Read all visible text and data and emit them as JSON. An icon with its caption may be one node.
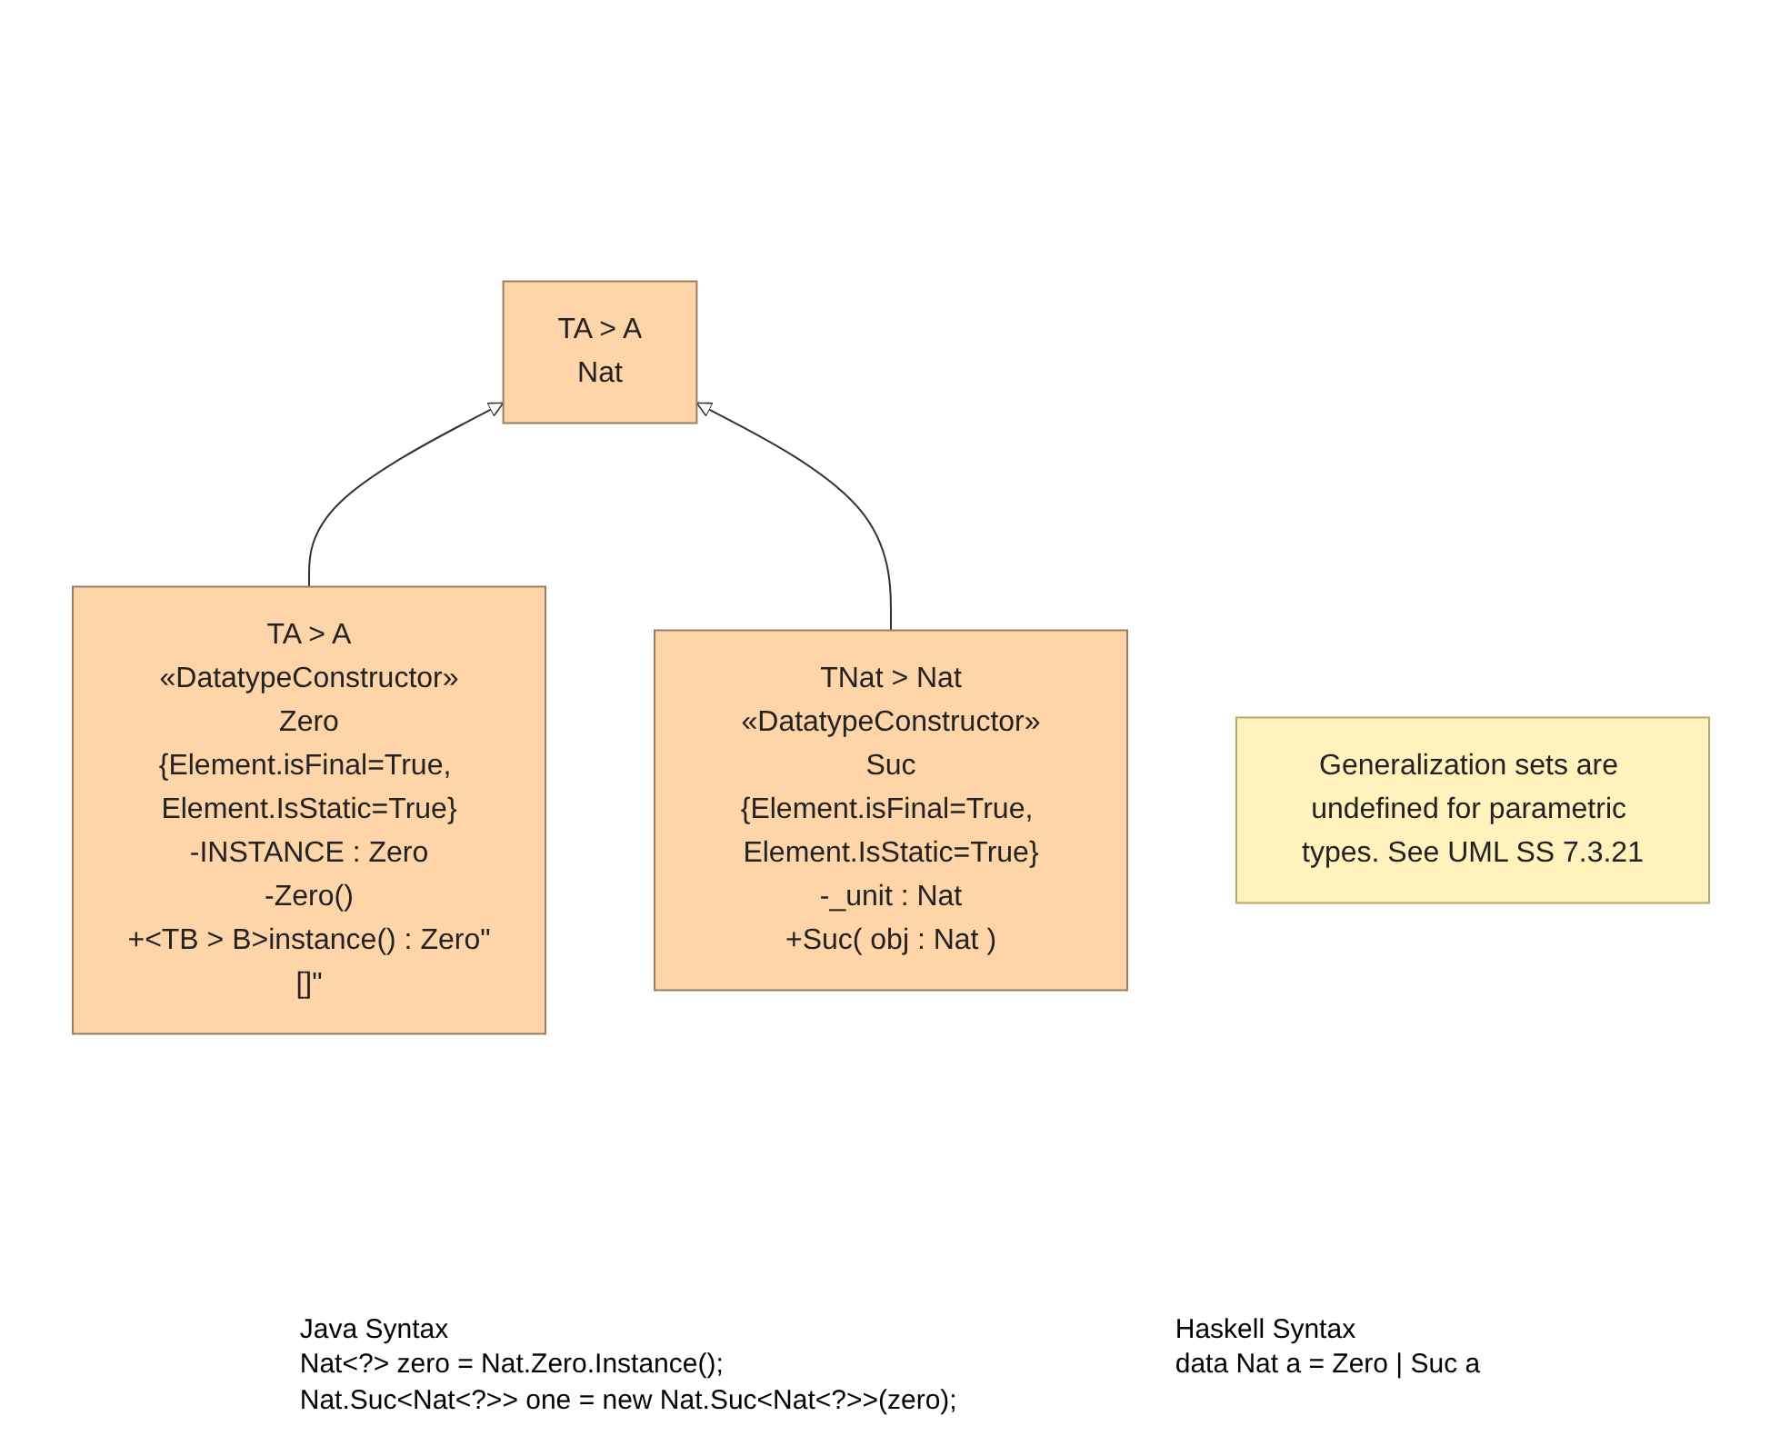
{
  "diagram": {
    "nodes": [
      {
        "text": [
          "TA > A",
          "Nat"
        ]
      },
      {
        "text": [
          "TA > A",
          "«DatatypeConstructor»",
          "Zero",
          "{Element.isFinal=True, Element.IsStatic=True}",
          "-INSTANCE : Zero",
          "-Zero()",
          "+<TB > B>instance() : Zero\"[]\""
        ]
      },
      {
        "text": [
          "TNat > Nat",
          "«DatatypeConstructor»",
          "Suc",
          "{Element.isFinal=True, Element.IsStatic=True}",
          "-_unit : Nat",
          "+Suc( obj : Nat )"
        ]
      },
      {
        "text": [
          "Generalization sets are undefined for parametric types. See UML SS 7.3.21"
        ]
      }
    ],
    "edges": [
      {
        "from": 1,
        "to": 0,
        "arrow": "to"
      },
      {
        "from": 2,
        "to": 0,
        "arrow": "to"
      }
    ],
    "labels": [
      "Haskell Syntax",
      "data Nat a = Zero | Suc a",
      "Java Syntax",
      "Nat<?> zero = Nat.Zero.Instance();",
      "Nat.Suc<Nat<?>> one = new Nat.Suc<Nat<?>>(zero);"
    ]
  }
}
